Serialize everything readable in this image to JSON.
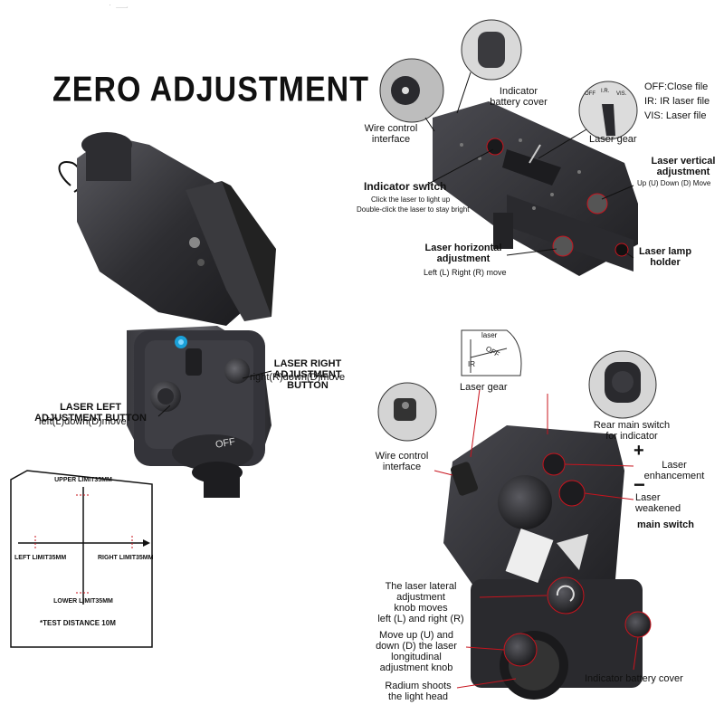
{
  "title": "ZERO ADJUSTMENT",
  "left_device": {
    "right_button_label": "LASER RIGHT\nADJUSTMENT BUTTON",
    "right_button_desc": "right(R)down(D)move",
    "left_button_label": "LASER LEFT\nADJUSTMENT BUTTON",
    "left_button_desc": "left(L)down(D)move",
    "dial_text": "OFF"
  },
  "limit_diagram": {
    "upper": "UPPER LIMIT35MM",
    "lower": "LOWER LIMIT35MM",
    "left": "LEFT LIMIT35MM",
    "right": "RIGHT LIMIT35MM",
    "note": "*TEST DISTANCE 10M"
  },
  "top_right": {
    "indicator_battery_cover": "Indicator\nbattery cover",
    "wire_control": "Wire control\ninterface",
    "legend_off": "OFF:Close file",
    "legend_ir": "IR: IR laser file",
    "legend_vis": "VIS: Laser file",
    "laser_gear": "Laser gear",
    "gear_marks": [
      "OFF",
      "I.R.",
      "VIS."
    ],
    "laser_vertical": "Laser vertical\nadjustment",
    "laser_vertical_desc": "Up (U) Down (D) Move",
    "indicator_switch": "Indicator switch",
    "indicator_switch_desc1": "Click the laser to light up",
    "indicator_switch_desc2": "Double-click the laser to stay bright",
    "laser_horizontal": "Laser horizontal\nadjustment",
    "laser_horizontal_desc": "Left (L) Right (R) move",
    "laser_lamp_holder": "Laser lamp\nholder"
  },
  "bottom_right": {
    "gear_marks": [
      "laser",
      "OFF",
      "IR"
    ],
    "laser_gear": "Laser gear",
    "rear_main_switch": "Rear main switch\nfor indicator",
    "wire_control": "Wire control\ninterface",
    "plus": "+",
    "minus": "−",
    "laser_enhancement": "Laser\nenhancement",
    "laser_weakened": "Laser\nweakened",
    "main_switch": "main switch",
    "lateral_knob": "The laser lateral\nadjustment\nknob moves\nleft (L) and right (R)",
    "longitudinal_knob": "Move up (U) and\ndown (D) the laser\nlongitudinal\nadjustment knob",
    "radium": "Radium shoots\nthe light head",
    "indicator_battery_cover": "Indicator battery cover"
  },
  "colors": {
    "accent_red": "#c8141e",
    "device_dark": "#2b2b2e",
    "device_mid": "#45454a"
  }
}
